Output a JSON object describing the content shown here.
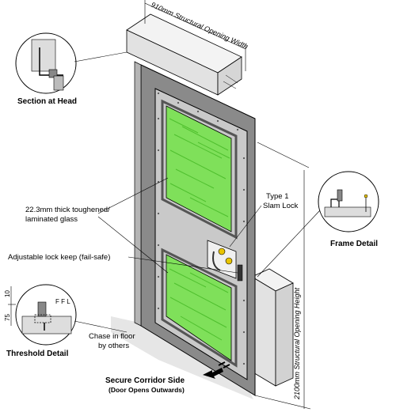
{
  "labels": {
    "section_at_head": "Section at Head",
    "frame_detail": "Frame Detail",
    "threshold_detail": "Threshold Detail",
    "glass": [
      "22.3mm thick toughened/",
      "laminated glass"
    ],
    "slam_lock": [
      "Type 1",
      "Slam Lock"
    ],
    "lock_keep": "Adjustable lock keep (fail-safe)",
    "chase": [
      "Chase in floor",
      "by others"
    ],
    "corridor": [
      "Secure Corridor Side",
      "(Door Opens Outwards)"
    ],
    "width_dim": "910mm Structural Opening Width",
    "height_dim": "2100mm Structural Opening Height",
    "dim_10": "10",
    "dim_75": "75",
    "ffl": "F F L"
  },
  "colors": {
    "glass_fill": "#7fe05a",
    "glass_streak": "#4fbf2e",
    "frame_dark": "#8a8a8a",
    "door_leaf": "#c9c9c9",
    "wall_light": "#e2e2e2",
    "floor": "#e6e6e6",
    "line": "#000000"
  }
}
